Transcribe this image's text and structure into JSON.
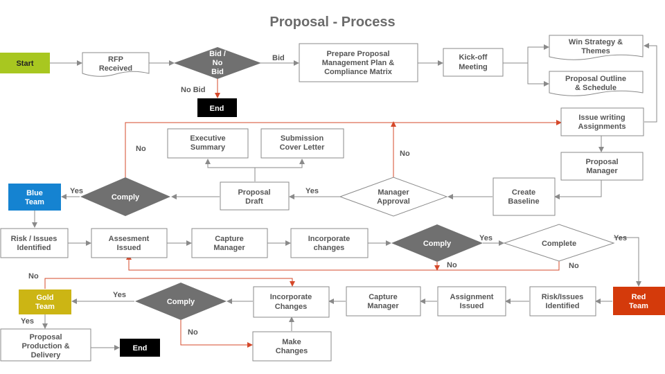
{
  "title": "Proposal - Process",
  "nodes": {
    "start": "Start",
    "rfp_1": "RFP",
    "rfp_2": "Received",
    "bid_1": "Bid /",
    "bid_2": "No",
    "bid_3": "Bid",
    "end_top": "End",
    "prep_1": "Prepare Proposal",
    "prep_2": "Management Plan &",
    "prep_3": "Compliance Matrix",
    "kick_1": "Kick-off",
    "kick_2": "Meeting",
    "win_1": "Win Strategy &",
    "win_2": "Themes",
    "outline_1": "Proposal Outline",
    "outline_2": "& Schedule",
    "issue_1": "Issue writing",
    "issue_2": "Assignments",
    "pm_1": "Proposal",
    "pm_2": "Manager",
    "baseline_1": "Create",
    "baseline_2": "Baseline",
    "approval_1": "Manager",
    "approval_2": "Approval",
    "draft_1": "Proposal",
    "draft_2": "Draft",
    "exec_1": "Executive",
    "exec_2": "Summary",
    "cover_1": "Submission",
    "cover_2": "Cover Letter",
    "comply1": "Comply",
    "blue_1": "Blue",
    "blue_2": "Team",
    "risk1_1": "Risk / Issues",
    "risk1_2": "Identified",
    "assess_1": "Assesment",
    "assess_2": "Issued",
    "capture1_1": "Capture",
    "capture1_2": "Manager",
    "incorp1_1": "Incorporate",
    "incorp1_2": "changes",
    "comply2": "Comply",
    "complete": "Complete",
    "red_1": "Red",
    "red_2": "Team",
    "risk2_1": "Risk/Issues",
    "risk2_2": "Identified",
    "assign_1": "Assignment",
    "assign_2": "Issued",
    "capture2_1": "Capture",
    "capture2_2": "Manager",
    "incorp2_1": "Incorporate",
    "incorp2_2": "Changes",
    "comply3": "Comply",
    "gold_1": "Gold",
    "gold_2": "Team",
    "make_1": "Make",
    "make_2": "Changes",
    "prod_1": "Proposal",
    "prod_2": "Production &",
    "prod_3": "Delivery",
    "end_bottom": "End"
  },
  "edges": {
    "bid_yes": "Bid",
    "bid_no": "No Bid",
    "comply1_no": "No",
    "comply1_yes": "Yes",
    "approval_no": "No",
    "approval_yes": "Yes",
    "comply2_yes": "Yes",
    "comply2_no": "No",
    "complete_yes": "Yes",
    "complete_no": "No",
    "comply3_yes": "Yes",
    "comply3_no": "No",
    "gold_no": "No",
    "gold_yes": "Yes"
  },
  "colors": {
    "start": "#a8c720",
    "blue_team": "#1583d1",
    "red_team": "#d43a0b",
    "gold_team": "#ccb514",
    "terminal": "#000000",
    "decision": "#707070",
    "loop_line": "#d5482a",
    "line": "#8a8a8a"
  }
}
